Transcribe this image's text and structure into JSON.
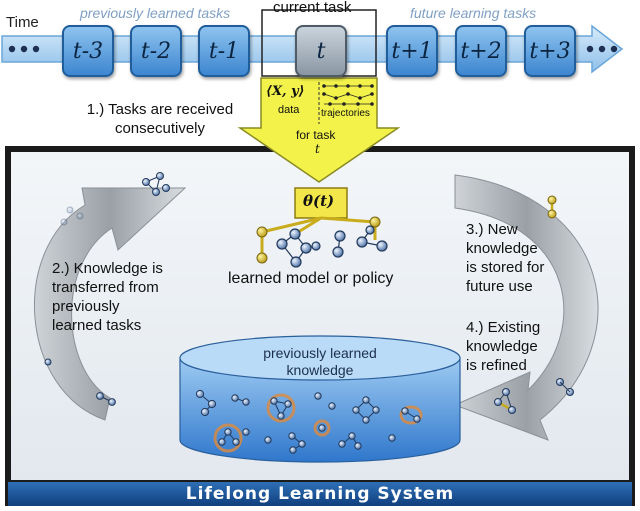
{
  "timeline": {
    "time_label": "Time",
    "previous_label": "previously learned tasks",
    "current_label": "current task",
    "future_label": "future learning tasks",
    "tasks": [
      {
        "text": "t-3"
      },
      {
        "text": "t-2"
      },
      {
        "text": "t-1"
      },
      {
        "text": "t"
      },
      {
        "text": "t+1"
      },
      {
        "text": "t+2"
      },
      {
        "text": "t+3"
      }
    ]
  },
  "current_task_funnel": {
    "data_math": "⟨X, y⟩",
    "data_label": "data",
    "trajectories_label": "trajectories",
    "for_task_label": "for task",
    "for_task_var": "t"
  },
  "steps": {
    "step1": [
      "1.) Tasks are received",
      "consecutively"
    ],
    "step2": [
      "2.) Knowledge is",
      "transferred from",
      "previously",
      "learned tasks"
    ],
    "step3": [
      "3.) New",
      "knowledge",
      "is stored for",
      "future use"
    ],
    "step4": [
      "4.) Existing",
      "knowledge",
      "is refined"
    ]
  },
  "model": {
    "theta_label": "θ(t)",
    "caption": "learned model or policy"
  },
  "knowledge_base": {
    "label_line1": "previously learned",
    "label_line2": "knowledge"
  },
  "system": {
    "title": "Lifelong Learning System"
  },
  "colors": {
    "task_blue": "#3d86d0",
    "funnel_yellow": "#f2f24a",
    "frame_blue": "#1f5e9a",
    "knowledge_blue": "#4a90dd",
    "highlight_orange": "#e08a3a",
    "gold": "#d8c33a"
  }
}
